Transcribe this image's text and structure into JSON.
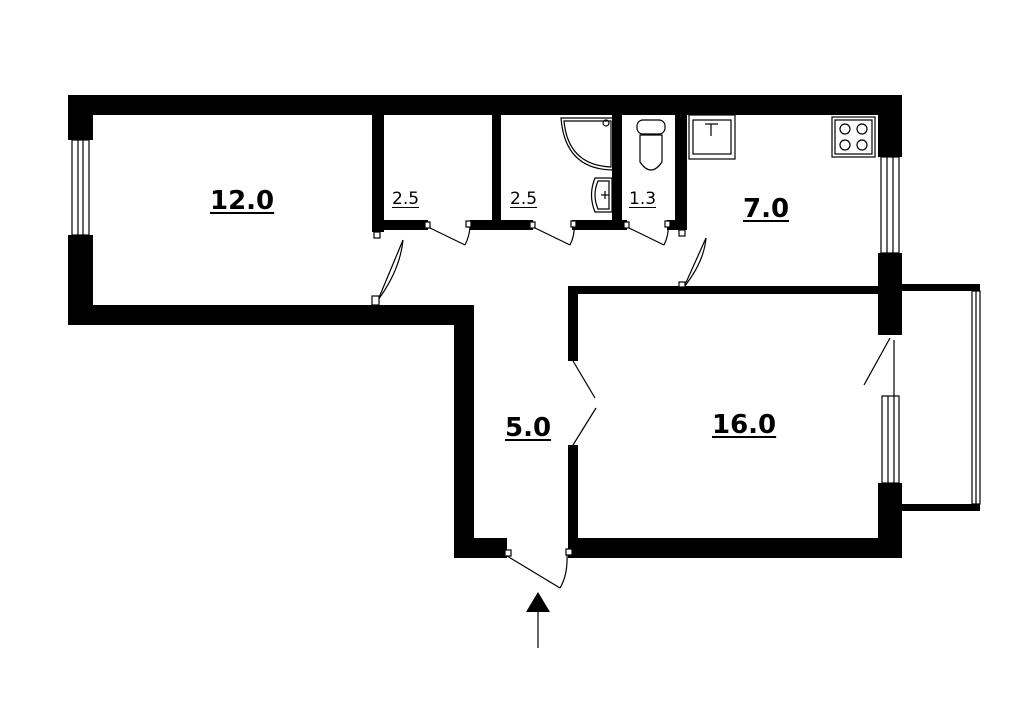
{
  "floor_plan": {
    "rooms": [
      {
        "id": "room-12",
        "area": "12.0"
      },
      {
        "id": "closet-a",
        "area": "2.5"
      },
      {
        "id": "bathroom",
        "area": "2.5"
      },
      {
        "id": "toilet",
        "area": "1.3"
      },
      {
        "id": "kitchen",
        "area": "7.0"
      },
      {
        "id": "hall",
        "area": "5.0"
      },
      {
        "id": "room-16",
        "area": "16.0"
      }
    ],
    "fixtures": [
      "shower-icon",
      "washbasin-icon",
      "toilet-icon",
      "kitchen-sink-icon",
      "stove-icon"
    ],
    "entrance": "entrance-arrow-icon",
    "colors": {
      "wall": "#000000",
      "background": "#ffffff"
    }
  }
}
